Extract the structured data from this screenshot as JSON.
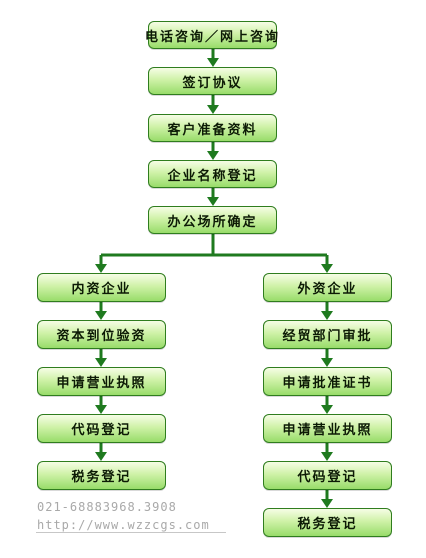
{
  "colors": {
    "connector": "#1f7a1f",
    "box_border": "#2f7d1e",
    "footer_text": "#a9a9a9"
  },
  "top_flow": [
    "电话咨询／网上咨询",
    "签订协议",
    "客户准备资料",
    "企业名称登记",
    "办公场所确定"
  ],
  "left_branch": [
    "内资企业",
    "资本到位验资",
    "申请营业执照",
    "代码登记",
    "税务登记"
  ],
  "right_branch": [
    "外资企业",
    "经贸部门审批",
    "申请批准证书",
    "申请营业执照",
    "代码登记",
    "税务登记"
  ],
  "footer": {
    "phone": "021-68883968.3908",
    "url": "http://www.wzzcgs.com"
  }
}
